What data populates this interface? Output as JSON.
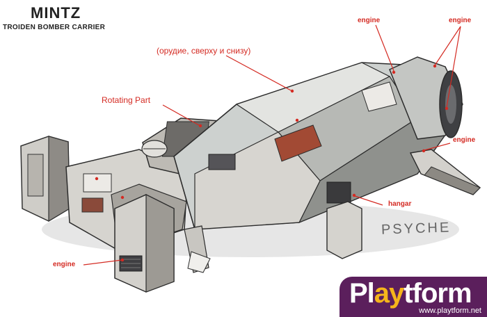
{
  "heading": {
    "title": "MINTZ",
    "subtitle": "TROIDEN BOMBER CARRIER"
  },
  "callouts": {
    "engine_top_center": "engine",
    "engine_top_right": "engine",
    "engine_right": "engine",
    "engine_bottom_left": "engine",
    "weapons": "(орудие, сверху и снизу)",
    "rotating_part": "Rotating Part",
    "hangar": "hangar"
  },
  "signature": "PSYCHE",
  "watermark": {
    "logo_main": "Pl",
    "logo_accent": "ay",
    "logo_tail": "tform",
    "url": "www.playtform.net"
  },
  "colors": {
    "callout_red": "#d42a22",
    "hull_light": "#d9d7d2",
    "hull_mid": "#a9a6a0",
    "hull_dark": "#4a4a4c",
    "accent_red": "#a8462f",
    "logo_purple": "#5b1f5c",
    "logo_gold": "#f5b51b"
  }
}
